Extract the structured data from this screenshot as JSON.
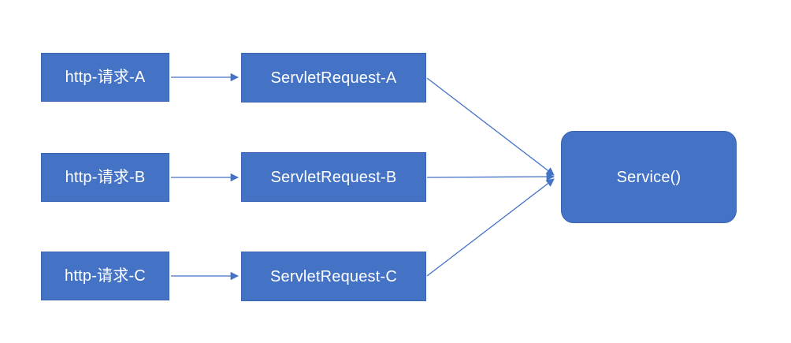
{
  "diagram": {
    "title_hint": "http requests mapped to ServletRequest objects converging on Service()",
    "colors": {
      "node_fill": "#4472C4",
      "node_border": "#3C64B0",
      "arrow_color": "#4472C4",
      "text_color": "#ffffff",
      "canvas_bg": "#ffffff"
    },
    "rows": [
      {
        "id": "A",
        "http_label": "http-请求-A",
        "servlet_label": "ServletRequest-A"
      },
      {
        "id": "B",
        "http_label": "http-请求-B",
        "servlet_label": "ServletRequest-B"
      },
      {
        "id": "C",
        "http_label": "http-请求-C",
        "servlet_label": "ServletRequest-C"
      }
    ],
    "service": {
      "label": "Service()"
    }
  }
}
